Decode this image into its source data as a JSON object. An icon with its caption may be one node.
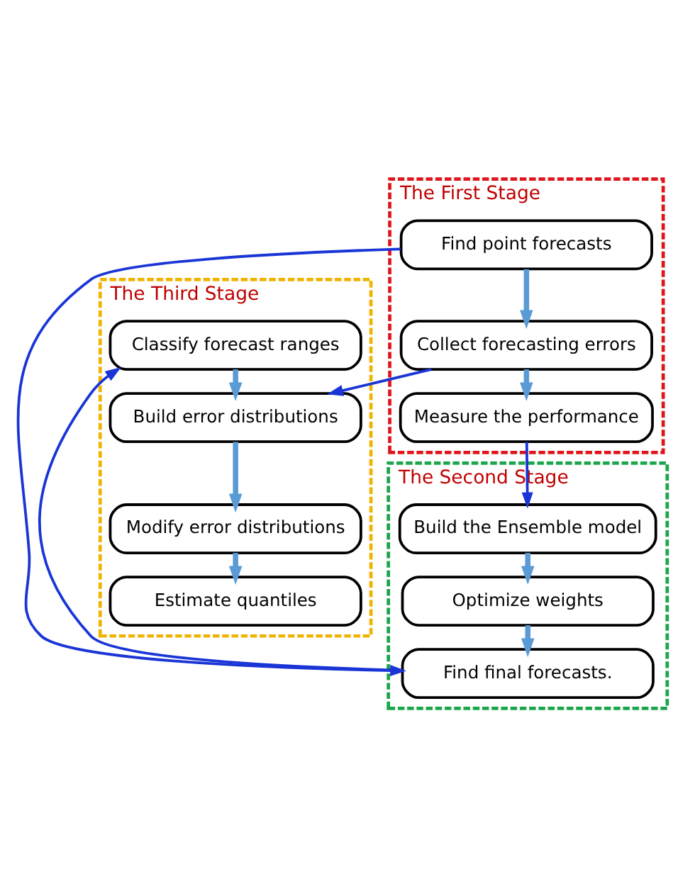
{
  "diagram": {
    "nodes": [
      {
        "text": [
          "The First Stage"
        ]
      },
      {
        "text": [
          "Find point forecasts"
        ],
        "in": 0
      },
      {
        "text": [
          "Collect forecasting errors"
        ],
        "in": 0
      },
      {
        "text": [
          "Measure the performance"
        ],
        "in": 0
      },
      {
        "text": [
          "The Second Stage"
        ]
      },
      {
        "text": [
          "Build the Ensemble model"
        ],
        "in": 4
      },
      {
        "text": [
          "Optimize weights"
        ],
        "in": 4
      },
      {
        "text": [
          "Find final forecasts."
        ],
        "in": 4
      },
      {
        "text": [
          "The Third Stage"
        ]
      },
      {
        "text": [
          "Classify forecast ranges"
        ],
        "in": 8
      },
      {
        "text": [
          "Build error distributions"
        ],
        "in": 8
      },
      {
        "text": [
          "Modify error distributions"
        ],
        "in": 8
      },
      {
        "text": [
          "Estimate quantiles"
        ],
        "in": 8
      }
    ],
    "edges": [
      {
        "from": 1,
        "to": 2,
        "arrow": "to"
      },
      {
        "from": 2,
        "to": 3,
        "arrow": "to"
      },
      {
        "from": 1,
        "to": 7,
        "arrow": "to",
        "color": "#1a35d6"
      },
      {
        "from": 3,
        "to": 5,
        "arrow": "to",
        "color": "#1a35d6"
      },
      {
        "from": 2,
        "to": 10,
        "arrow": "to",
        "color": "#1a35d6"
      },
      {
        "from": 5,
        "to": 6,
        "arrow": "to"
      },
      {
        "from": 6,
        "to": 7,
        "arrow": "to"
      },
      {
        "from": 7,
        "to": 9,
        "arrow": "to",
        "color": "#1a35d6"
      },
      {
        "from": 9,
        "to": 10,
        "arrow": "to"
      },
      {
        "from": 10,
        "to": 11,
        "arrow": "to"
      },
      {
        "from": 11,
        "to": 12,
        "arrow": "to"
      }
    ]
  }
}
